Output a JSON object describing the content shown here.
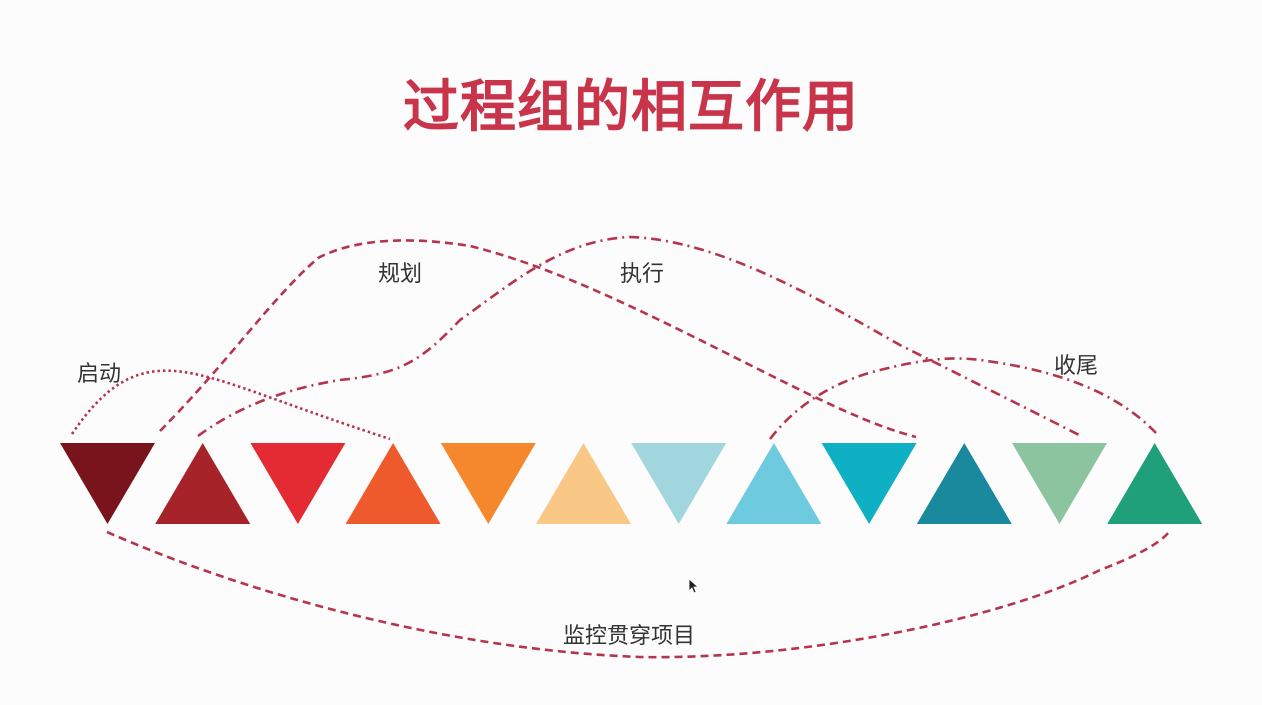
{
  "title": "过程组的相互作用",
  "groups": {
    "initiating": "启动",
    "planning": "规划",
    "executing": "执行",
    "closing": "收尾",
    "monitoring": "监控贯穿项目"
  },
  "triangles": [
    {
      "direction": "down",
      "color": "#7a141c"
    },
    {
      "direction": "up",
      "color": "#a52329"
    },
    {
      "direction": "down",
      "color": "#e42a32"
    },
    {
      "direction": "up",
      "color": "#ef5a2d"
    },
    {
      "direction": "down",
      "color": "#f5872d"
    },
    {
      "direction": "up",
      "color": "#f9c886"
    },
    {
      "direction": "down",
      "color": "#a2d6df"
    },
    {
      "direction": "up",
      "color": "#6dcadf"
    },
    {
      "direction": "down",
      "color": "#0fb0c4"
    },
    {
      "direction": "up",
      "color": "#1a889d"
    },
    {
      "direction": "down",
      "color": "#8cc49f"
    },
    {
      "direction": "up",
      "color": "#20a07a"
    }
  ],
  "curve_color": "#b5344e"
}
